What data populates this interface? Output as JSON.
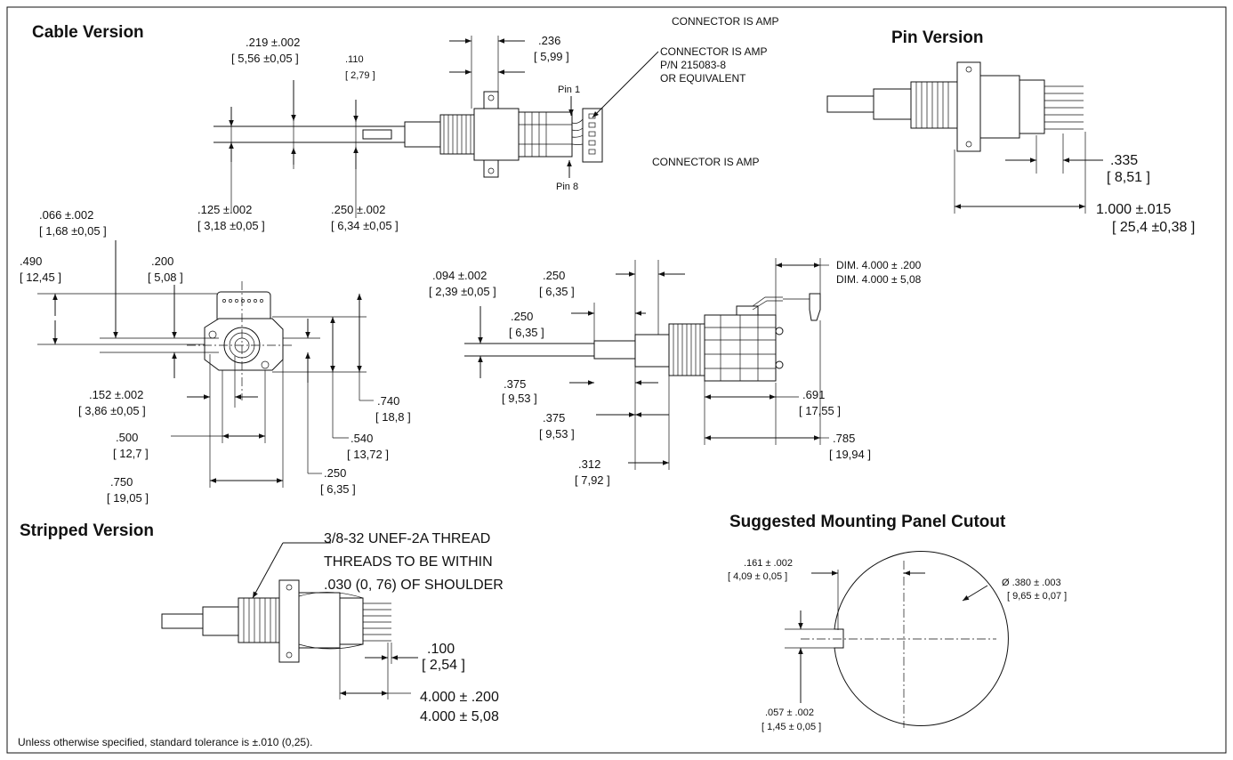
{
  "titles": {
    "cable": "Cable Version",
    "pin": "Pin Version",
    "stripped": "Stripped Version",
    "cutout": "Suggested Mounting Panel Cutout"
  },
  "notes": {
    "connector_top": "CONNECTOR IS AMP",
    "connector_1": "CONNECTOR IS AMP",
    "connector_2": "P/N 215083-8",
    "connector_3": "OR EQUIVALENT",
    "connector_mid": "CONNECTOR IS AMP",
    "pin1": "Pin 1",
    "pin8": "Pin 8",
    "thread_1": "3/8-32 UNEF-2A THREAD",
    "thread_2": "THREADS TO BE WITHIN",
    "thread_3": ".030 (0, 76) OF SHOULDER",
    "footer": "Unless otherwise specified, standard tolerance is ±.010 (0,25)."
  },
  "dims": {
    "d219_a": ".219  ±.002",
    "d219_b": "[ 5,56  ±0,05  ]",
    "d110_a": ".110",
    "d110_b": "[ 2,79  ]",
    "d236_a": ".236",
    "d236_b": "[ 5,99  ]",
    "d125_a": ".125  ±.002",
    "d125_b": "[ 3,18  ±0,05  ]",
    "d250c_a": ".250  ±.002",
    "d250c_b": "[ 6,34  ±0,05  ]",
    "d335_a": ".335",
    "d335_b": "[ 8,51  ]",
    "d1000_a": "1.000  ±.015",
    "d1000_b": "[ 25,4  ±0,38  ]",
    "d066_a": ".066  ±.002",
    "d066_b": "[ 1,68  ±0,05  ]",
    "d490_a": ".490",
    "d490_b": "[ 12,45  ]",
    "d200_a": ".200",
    "d200_b": "[ 5,08  ]",
    "d152_a": ".152  ±.002",
    "d152_b": "[ 3,86  ±0,05  ]",
    "d740_a": ".740",
    "d740_b": "[ 18,8  ]",
    "d500_a": ".500",
    "d500_b": "[ 12,7  ]",
    "d540_a": ".540",
    "d540_b": "[ 13,72  ]",
    "d250f_a": ".250",
    "d250f_b": "[ 6,35  ]",
    "d750_a": ".750",
    "d750_b": "[ 19,05  ]",
    "d094_a": ".094  ±.002",
    "d094_b": "[ 2,39  ±0,05  ]",
    "d250s1_a": ".250",
    "d250s1_b": "[ 6,35  ]",
    "d250s2_a": ".250",
    "d250s2_b": "[ 6,35  ]",
    "d375a_a": ".375",
    "d375a_b": "[ 9,53  ]",
    "d375b_a": ".375",
    "d375b_b": "[ 9,53  ]",
    "d312_a": ".312",
    "d312_b": "[ 7,92  ]",
    "d691_a": ".691",
    "d691_b": "[ 17,55  ]",
    "d785_a": ".785",
    "d785_b": "[ 19,94  ]",
    "dlead_a": "DIM. 4.000 ± .200",
    "dlead_b": "DIM. 4.000 ± 5,08",
    "d100_a": ".100",
    "d100_b": "[ 2,54  ]",
    "d4000_a": "4.000 ± .200",
    "d4000_b": "4.000 ± 5,08",
    "d161_a": ".161 ± .002",
    "d161_b": "[ 4,09 ± 0,05 ]",
    "d380_a": "Ø .380 ± .003",
    "d380_b": "[ 9,65 ± 0,07 ]",
    "d057_a": ".057 ± .002",
    "d057_b": "[ 1,45 ± 0,05 ]"
  }
}
